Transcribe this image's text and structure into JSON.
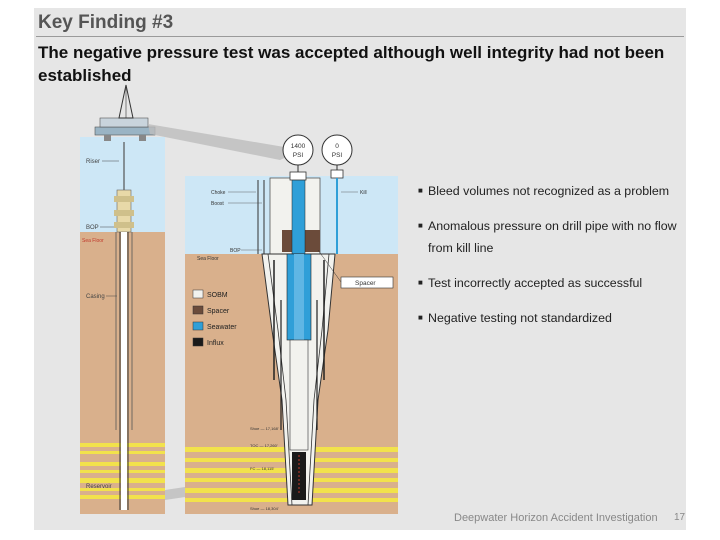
{
  "slide": {
    "title": "Key Finding #3",
    "subtitle": "The negative pressure test was accepted although well integrity had not been established",
    "footer": "Deepwater Horizon Accident Investigation",
    "page_number": "17"
  },
  "left_diagram": {
    "labels": {
      "riser": "Riser",
      "bop": "BOP",
      "sea_floor": "Sea Floor",
      "casing": "Casing",
      "reservoir": "Reservoir"
    }
  },
  "center_diagram": {
    "gauge_drill_pipe": {
      "value": "1400",
      "unit": "PSI"
    },
    "gauge_kill_line": {
      "value": "0",
      "unit": "PSI"
    },
    "labels": {
      "choke": "Choke",
      "boost": "Boost",
      "kill": "Kill",
      "bop": "BOP",
      "sea_floor": "Sea Floor",
      "spacer_callout": "Spacer"
    },
    "legend": [
      {
        "label": "SOBM",
        "color": "#f2f2ee"
      },
      {
        "label": "Spacer",
        "color": "#6b4b3a"
      },
      {
        "label": "Seawater",
        "color": "#2f9fd8"
      },
      {
        "label": "Influx",
        "color": "#1a1a1a"
      }
    ],
    "depth_marks": [
      "Shoe — 17,168'",
      "TOC — 17,260'",
      "FC — 18,115'",
      "Shoe — 18,304'"
    ]
  },
  "bullets": [
    "Bleed volumes not recognized as a problem",
    "Anomalous pressure on drill pipe with no flow from kill line",
    "Test incorrectly accepted as successful",
    "Negative testing not standardized"
  ],
  "colors": {
    "sea": "#cde7f6",
    "ground": "#d9b08c",
    "reservoir_band": "#f2e24b",
    "seawater": "#2f9fd8",
    "spacer": "#6b4b3a"
  }
}
